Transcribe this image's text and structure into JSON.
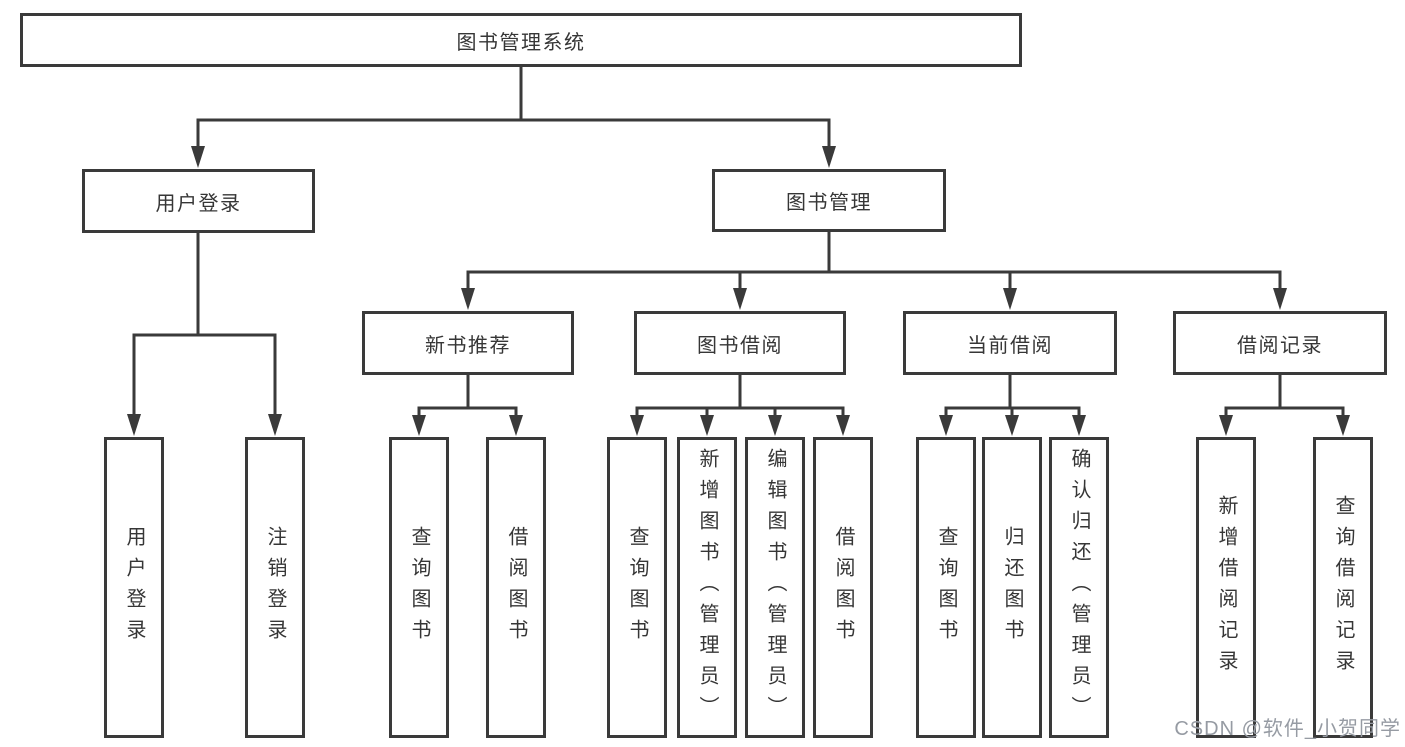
{
  "diagram": {
    "root": {
      "label": "图书管理系统"
    },
    "branches": [
      {
        "label": "用户登录",
        "children": [
          {
            "label": "用户登录"
          },
          {
            "label": "注销登录"
          }
        ]
      },
      {
        "label": "图书管理",
        "children": [
          {
            "label": "新书推荐",
            "children": [
              {
                "label": "查询图书"
              },
              {
                "label": "借阅图书"
              }
            ]
          },
          {
            "label": "图书借阅",
            "children": [
              {
                "label": "查询图书"
              },
              {
                "label": "新增图书（管理员）"
              },
              {
                "label": "编辑图书（管理员）"
              },
              {
                "label": "借阅图书"
              }
            ]
          },
          {
            "label": "当前借阅",
            "children": [
              {
                "label": "查询图书"
              },
              {
                "label": "归还图书"
              },
              {
                "label": "确认归还（管理员）"
              }
            ]
          },
          {
            "label": "借阅记录",
            "children": [
              {
                "label": "新增借阅记录"
              },
              {
                "label": "查询借阅记录"
              }
            ]
          }
        ]
      }
    ]
  },
  "watermark": {
    "text": "CSDN @软件_小贺同学"
  },
  "colors": {
    "line": "#3a3a3a",
    "node_text": "#363636",
    "watermark": "#969ba3",
    "background": "#ffffff"
  }
}
